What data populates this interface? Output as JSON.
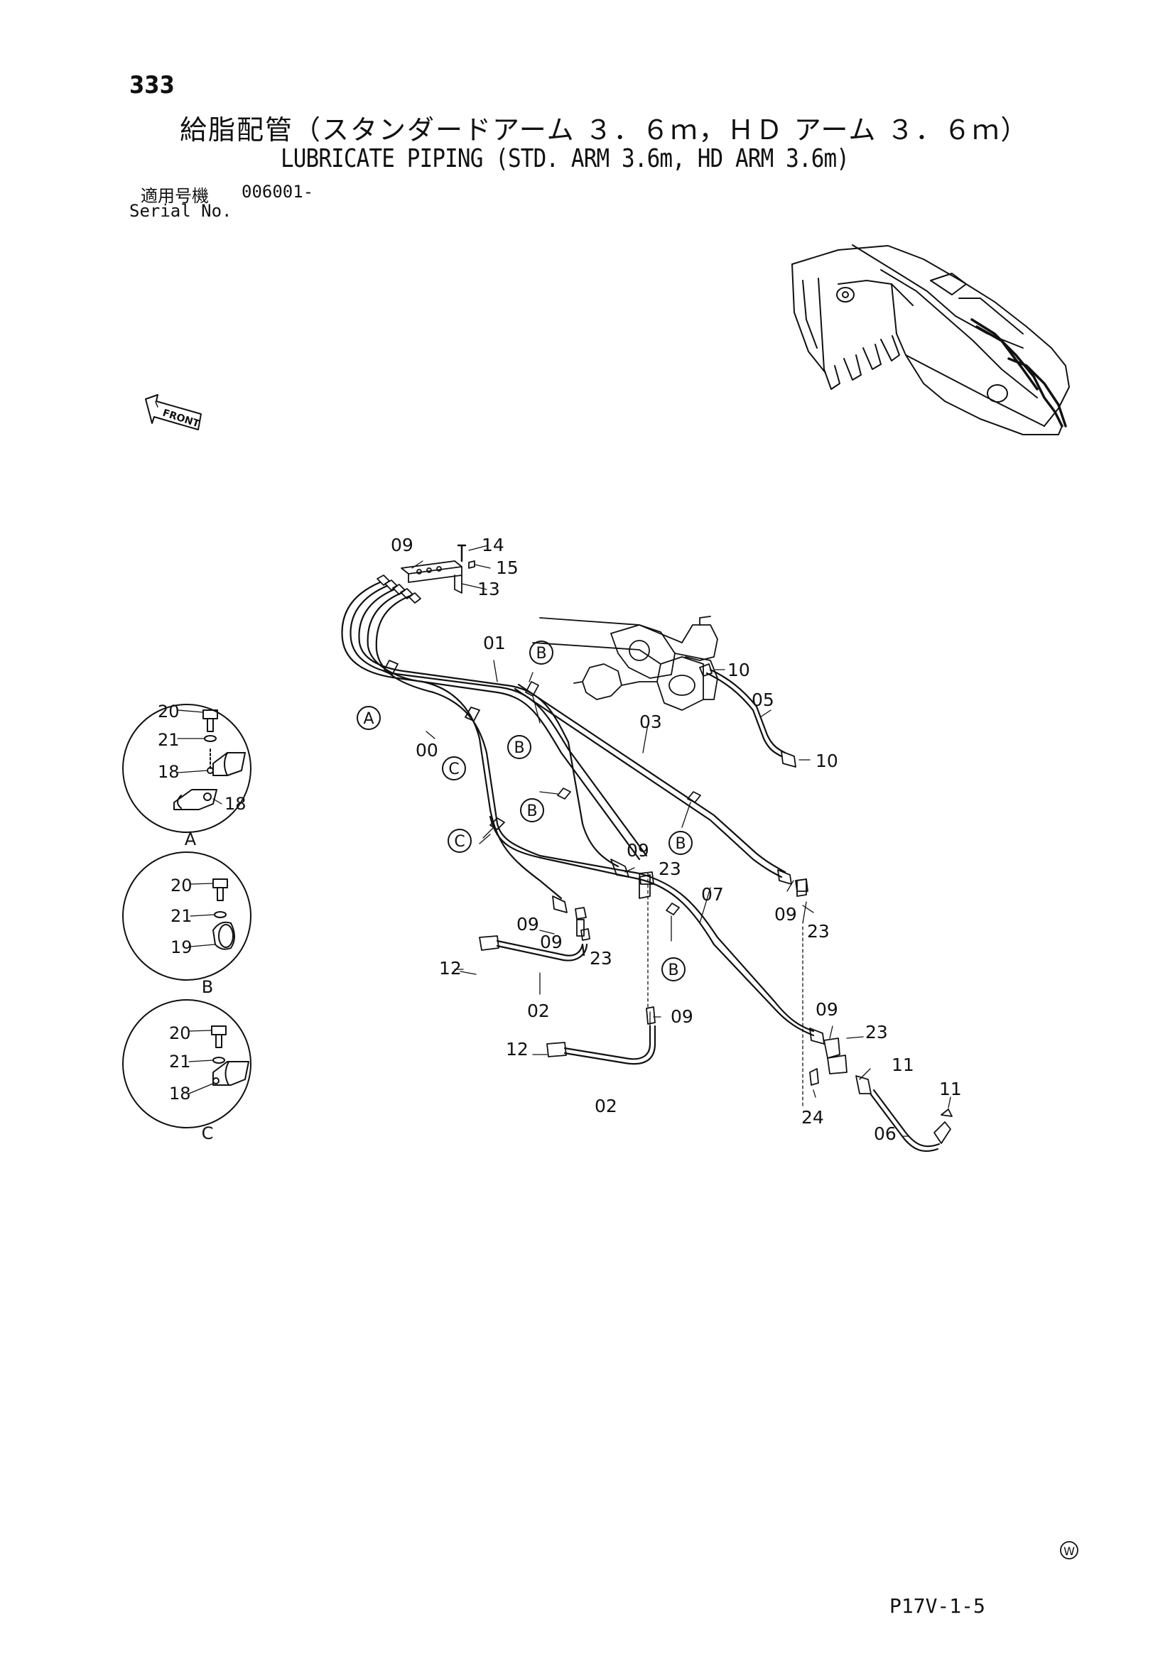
{
  "header": {
    "page_number": "333",
    "title_ja": "給脂配管（スタンダードアーム ３．６ｍ，ＨＤ アーム ３．６ｍ）",
    "title_en": "LUBRICATE PIPING (STD. ARM 3.6m, HD ARM 3.6m)",
    "serial_label_ja": "適用号機",
    "serial_value": "006001-",
    "serial_label_en": "Serial No."
  },
  "front_label": "FRONT",
  "detail_views": {
    "A": "A",
    "B": "B",
    "C": "C"
  },
  "part_numbers": {
    "p00": "00",
    "p01": "01",
    "p02": "02",
    "p03": "03",
    "p05": "05",
    "p06": "06",
    "p07": "07",
    "p09": "09",
    "p10": "10",
    "p11": "11",
    "p12": "12",
    "p13": "13",
    "p14": "14",
    "p15": "15",
    "p18": "18",
    "p19": "19",
    "p20": "20",
    "p21": "21",
    "p23": "23",
    "p24": "24"
  },
  "footer": {
    "page_code": "P17V-1-5",
    "logo_letter": "W"
  }
}
